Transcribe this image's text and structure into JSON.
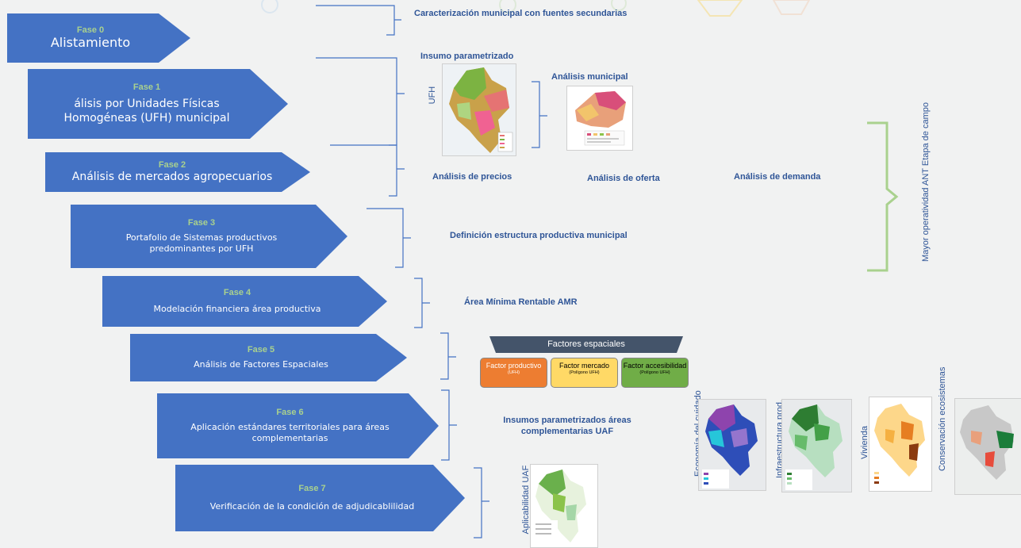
{
  "phases": [
    {
      "phase": "Fase 0",
      "title": "Alistamiento"
    },
    {
      "phase": "Fase 1",
      "title": "álisis por Unidades Físicas Homogéneas (UFH) municipal"
    },
    {
      "phase": "Fase 2",
      "title": "Análisis de mercados agropecuarios"
    },
    {
      "phase": "Fase 3",
      "title": "Portafolio de Sistemas productivos predominantes por UFH"
    },
    {
      "phase": "Fase 4",
      "title": "Modelación financiera área productiva"
    },
    {
      "phase": "Fase 5",
      "title": "Análisis de Factores Espaciales"
    },
    {
      "phase": "Fase 6",
      "title": "Aplicación estándares territoriales para áreas complementarias"
    },
    {
      "phase": "Fase 7",
      "title": "Verificación de la condición de adjudicablilidad"
    }
  ],
  "outputs": {
    "f0": "Caracterización municipal con fuentes secundarias",
    "f1_insumo": "Insumo parametrizado",
    "f1_ufh": "UFH",
    "f1_municipal": "Análisis municipal",
    "f2_precios": "Análisis de precios",
    "f2_oferta": "Análisis de oferta",
    "f2_demanda": "Análisis de demanda",
    "f3": "Definición estructura productiva municipal",
    "f4": "Área Mínima Rentable AMR",
    "f6": "Insumos parametrizados áreas complementarias UAF",
    "f7": "Aplicabilidad UAF"
  },
  "factors": {
    "header": "Factores espaciales",
    "items": [
      {
        "name": "Factor productivo",
        "note": "(UFH)",
        "color": "#ed7d31"
      },
      {
        "name": "Factor mercado",
        "note": "(Polígono UFH)",
        "color": "#ffd966"
      },
      {
        "name": "Factor accesibilidad",
        "note": "(Polígono UFH)",
        "color": "#70ad47"
      }
    ]
  },
  "map_labels": {
    "cuidado": "Economía del cuidado",
    "infra": "Infraestructura prod.",
    "vivienda": "Vivienda",
    "conservacion": "Conservación ecosistemas"
  },
  "bracket_text": "Mayor operatividad ANT Etapa de campo",
  "colors": {
    "arrow": "#4472c4",
    "phase_label": "#a9d18e",
    "text": "#2f5597",
    "bracket_green": "#a9d18e"
  }
}
